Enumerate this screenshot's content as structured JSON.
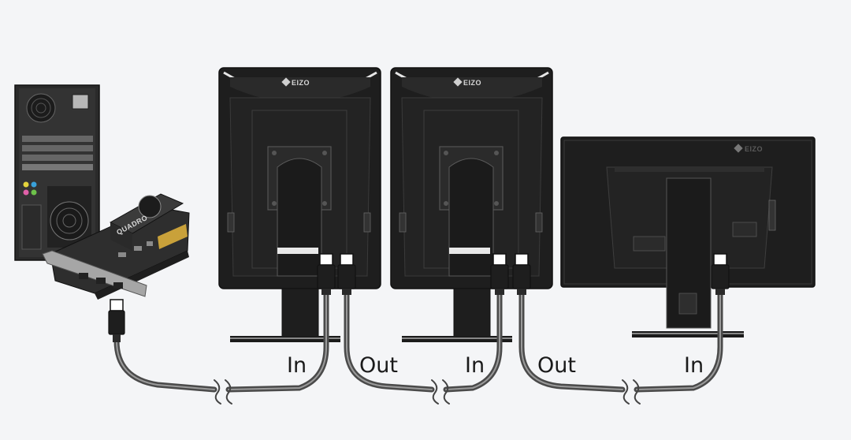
{
  "brand": {
    "name": "EIZO"
  },
  "graphics_card": {
    "brand_text": "QUADRO"
  },
  "colors": {
    "background": "#f4f5f7",
    "monitor_body": "#1e1e1e",
    "cable": "#4a4a4a",
    "cable_highlight": "#9a9a9a",
    "card_gold": "#c9a13a"
  },
  "labels": {
    "monitor1_in": "In",
    "monitor1_out": "Out",
    "monitor2_in": "In",
    "monitor2_out": "Out",
    "monitor3_in": "In"
  },
  "monitors": [
    {
      "id": "monitor-1",
      "orientation": "portrait",
      "ports": [
        "In",
        "Out"
      ]
    },
    {
      "id": "monitor-2",
      "orientation": "portrait",
      "ports": [
        "In",
        "Out"
      ]
    },
    {
      "id": "monitor-3",
      "orientation": "landscape",
      "ports": [
        "In"
      ]
    }
  ]
}
